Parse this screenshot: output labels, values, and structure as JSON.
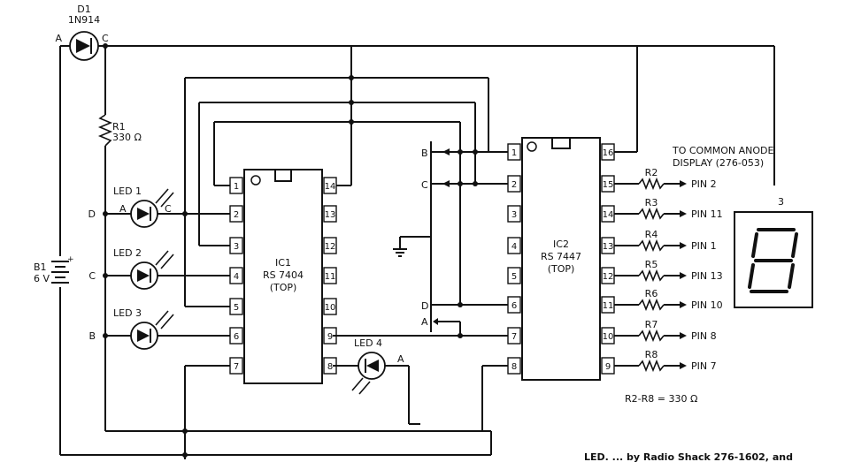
{
  "labels": {
    "d1_ref": "D1",
    "d1_part": "1N914",
    "d1_anode": "A",
    "d1_cathode": "C",
    "r1_ref": "R1",
    "r1_value": "330 Ω",
    "b1_ref": "B1",
    "b1_value": "6 V",
    "led1": "LED 1",
    "led2": "LED 2",
    "led3": "LED 3",
    "led4": "LED 4",
    "led1_a": "A",
    "led1_c": "C",
    "led4_a": "A",
    "input_d": "D",
    "input_c": "C",
    "input_b": "B",
    "ic1_ref": "IC1",
    "ic1_part": "RS 7404",
    "ic1_view": "(TOP)",
    "ic2_ref": "IC2",
    "ic2_part": "RS 7447",
    "ic2_view": "(TOP)",
    "bus_b": "B",
    "bus_c": "C",
    "bus_d": "D",
    "bus_a": "A",
    "display_title_1": "TO COMMON ANODE",
    "display_title_2": "DISPLAY (276-053)",
    "display_pin": "3",
    "resistor_note": "R2-R8 = 330 Ω",
    "footer_text": "LED. ... by Radio Shack 276-1602, and"
  },
  "ic1_pins_left": [
    "1",
    "2",
    "3",
    "4",
    "5",
    "6",
    "7"
  ],
  "ic1_pins_right": [
    "14",
    "13",
    "12",
    "11",
    "10",
    "9",
    "8"
  ],
  "ic2_pins_left": [
    "1",
    "2",
    "3",
    "4",
    "5",
    "6",
    "7",
    "8"
  ],
  "ic2_pins_right": [
    "16",
    "15",
    "14",
    "13",
    "12",
    "11",
    "10",
    "9"
  ],
  "outputs": [
    {
      "resistor": "R2",
      "pin": "PIN 2"
    },
    {
      "resistor": "R3",
      "pin": "PIN 11"
    },
    {
      "resistor": "R4",
      "pin": "PIN 1"
    },
    {
      "resistor": "R5",
      "pin": "PIN 13"
    },
    {
      "resistor": "R6",
      "pin": "PIN 10"
    },
    {
      "resistor": "R7",
      "pin": "PIN 8"
    },
    {
      "resistor": "R8",
      "pin": "PIN 7"
    }
  ]
}
